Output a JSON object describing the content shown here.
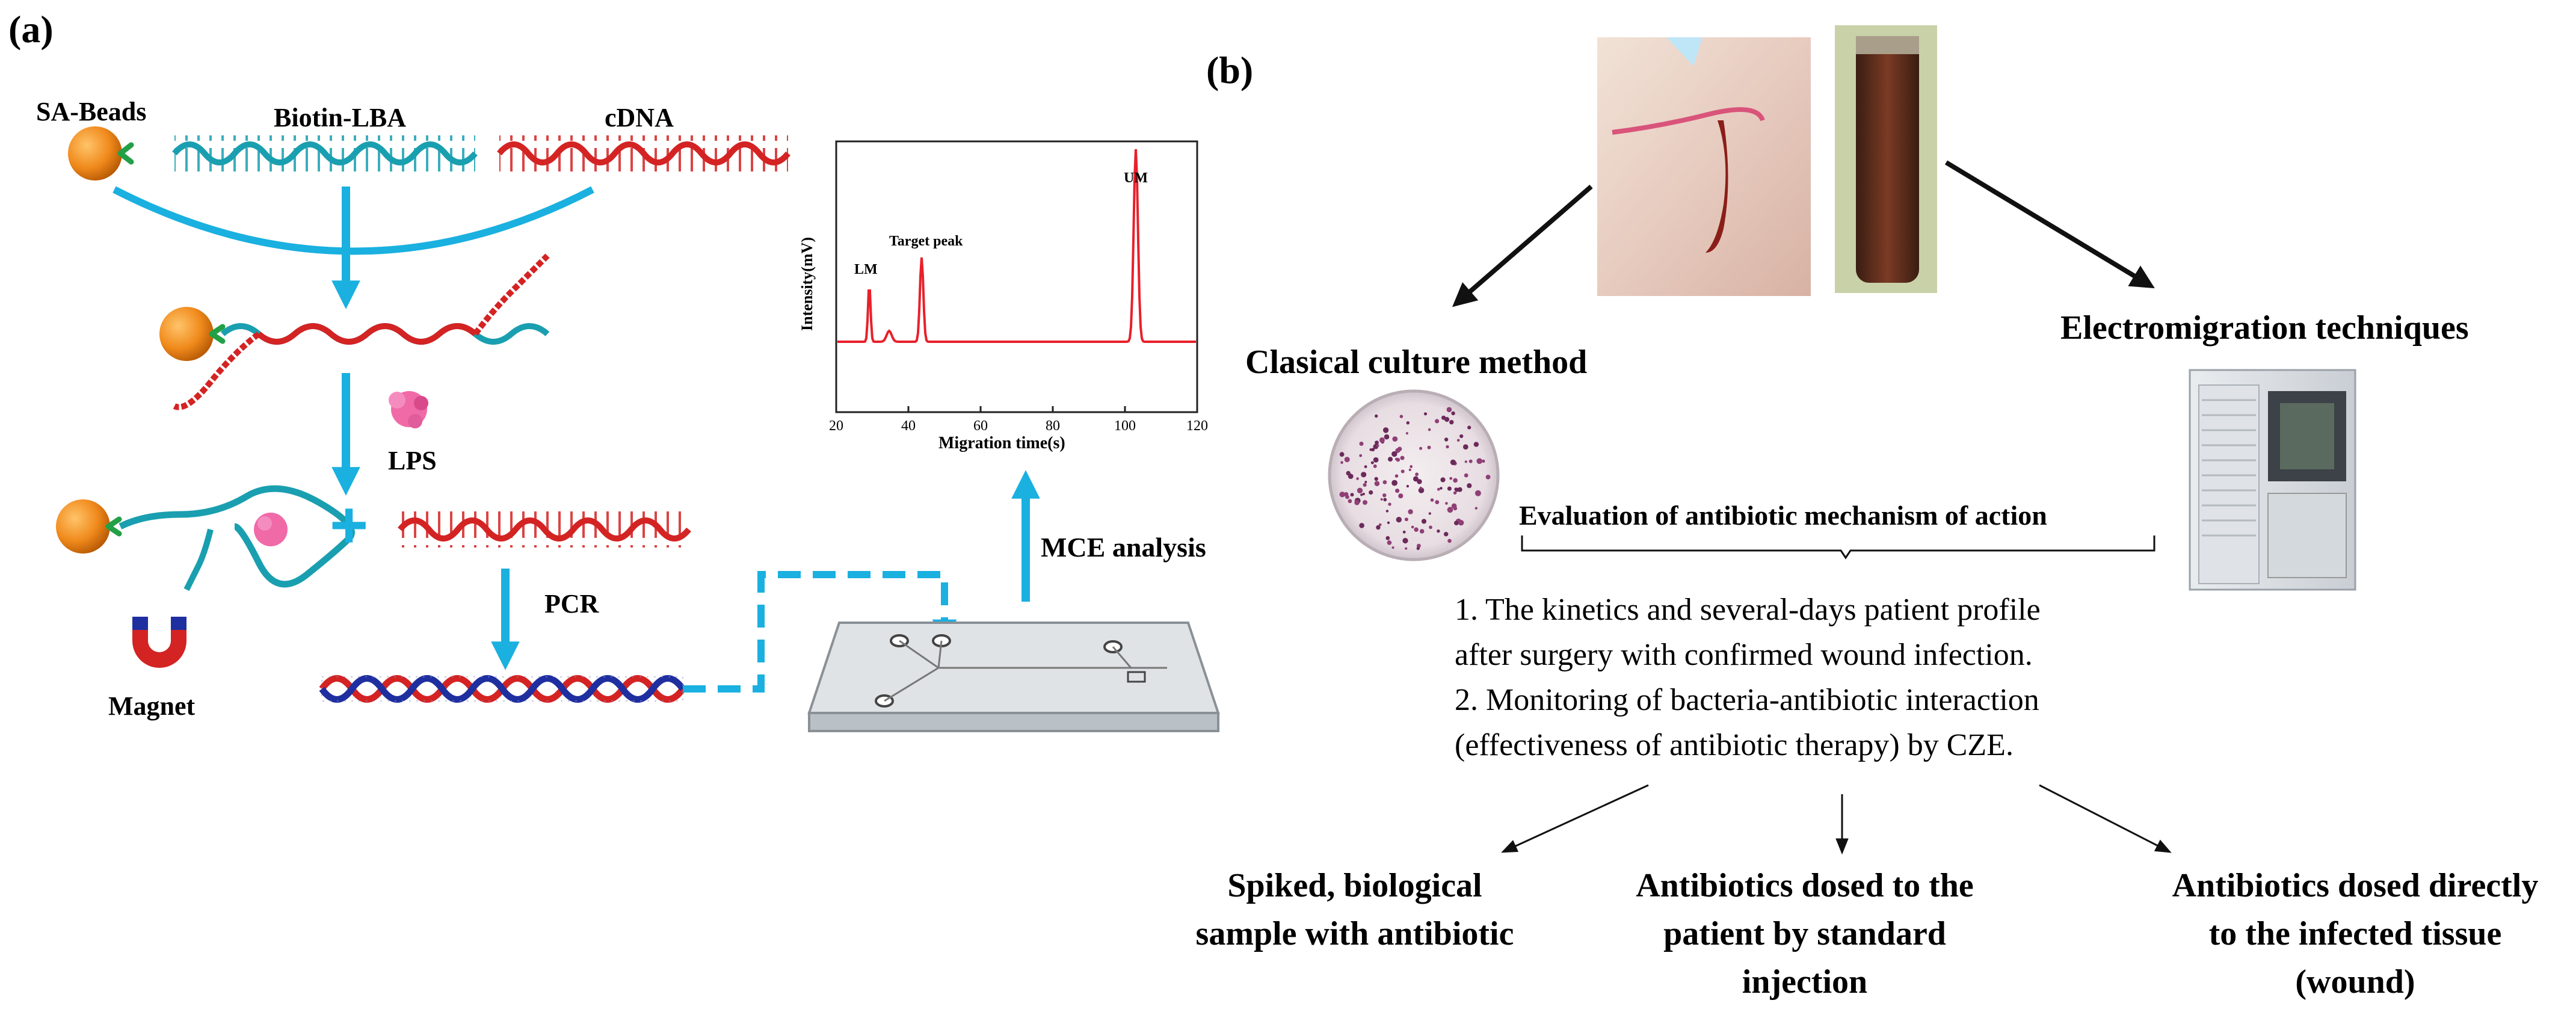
{
  "panel_a": {
    "label": "(a)",
    "sa_beads": "SA-Beads",
    "biotin_lba": "Biotin-LBA",
    "cdna": "cDNA",
    "lps": "LPS",
    "pcr": "PCR",
    "magnet": "Magnet",
    "mce_analysis": "MCE analysis",
    "plus": "+"
  },
  "electropherogram": {
    "ylabel": "Intensity(mV)",
    "xlabel": "Migration time(s)",
    "xticks": [
      "20",
      "40",
      "60",
      "80",
      "100",
      "120"
    ],
    "peak_lm": "LM",
    "peak_target": "Target peak",
    "peak_um": "UM",
    "colors": {
      "trace": "#e8202a"
    }
  },
  "panel_b": {
    "label": "(b)",
    "culture_title": "Clasical culture method",
    "electro_title": "Electromigration techniques",
    "evaluation": "Evaluation of antibiotic mechanism of action",
    "list_1a": "1. The kinetics and several-days patient profile",
    "list_1b": "after surgery with confirmed wound infection.",
    "list_2a": "2. Monitoring of bacteria-antibiotic interaction",
    "list_2b": "(effectiveness of antibiotic therapy) by CZE.",
    "out1_l1": "Spiked, biological",
    "out1_l2": "sample with antibiotic",
    "out2_l1": "Antibiotics dosed to the",
    "out2_l2": "patient by standard",
    "out2_l3": "injection",
    "out3_l1": "Antibiotics dosed directly",
    "out3_l2": "to the infected tissue",
    "out3_l3": "(wound)"
  },
  "colors": {
    "arrow_blue": "#1ab0e0",
    "dna_teal": "#1a9fb0",
    "dna_red": "#d42323",
    "dna_blue": "#1f2fa0",
    "bead_orange": "#f08a1c",
    "biotin_green": "#22a046"
  },
  "icons": [
    "sa-bead-icon",
    "lps-molecule-icon",
    "magnet-icon",
    "microchip-icon",
    "petri-dish-icon",
    "ce-instrument-icon"
  ]
}
